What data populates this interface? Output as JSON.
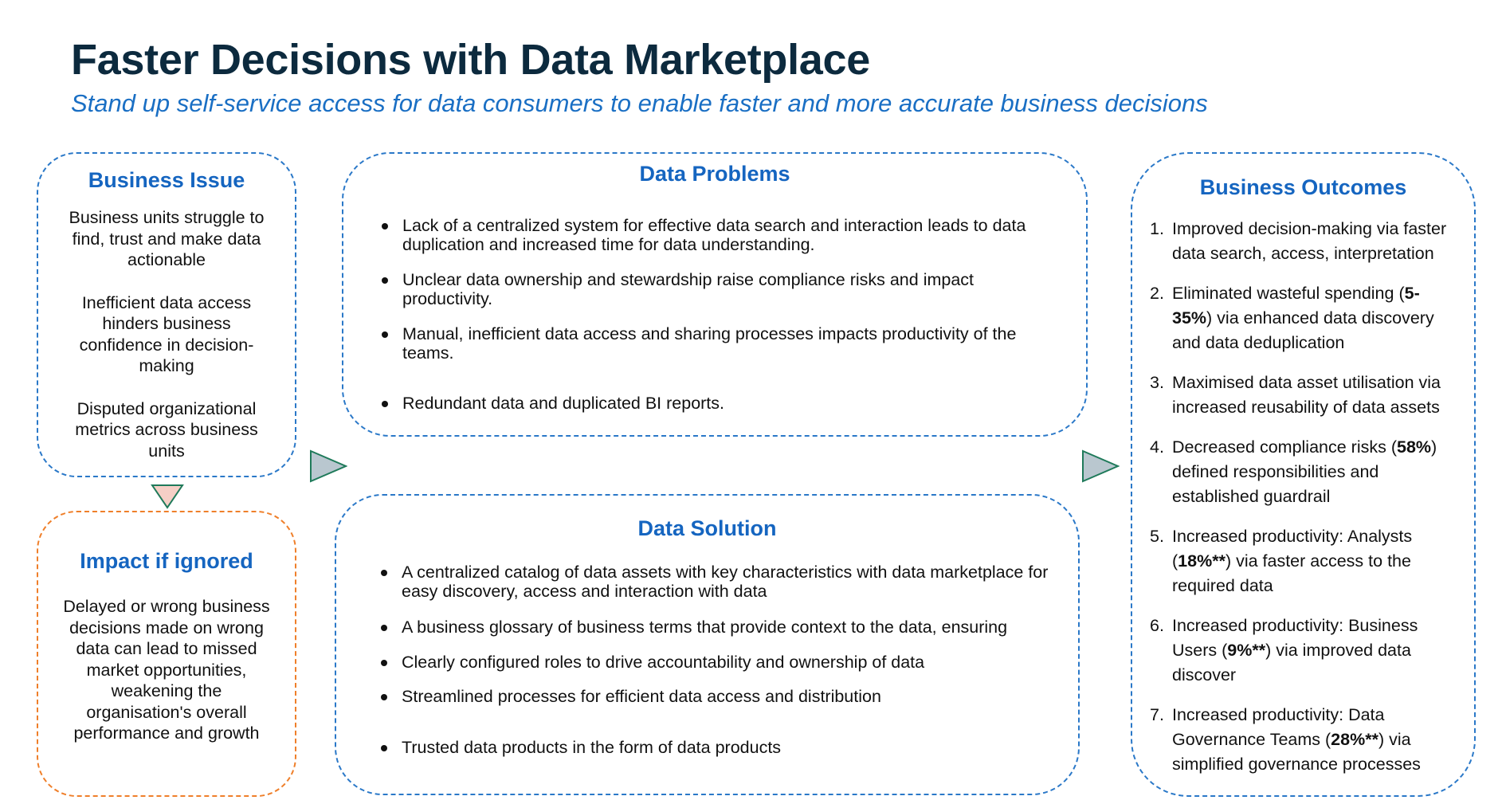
{
  "title": "Faster Decisions with Data Marketplace",
  "subtitle": "Stand up self-service access for data consumers to enable faster and more accurate business decisions",
  "colors": {
    "heading": "#1565c0",
    "box_border": "#2a78c8",
    "impact_border": "#ef7f2a",
    "title": "#0c2a3e",
    "arrow_fill": "#b9c7cf",
    "arrow_stroke": "#1f7a5a",
    "down_arrow_fill": "#f6cfc6"
  },
  "business_issue": {
    "heading": "Business Issue",
    "paragraphs": [
      "Business units struggle to find, trust and make data actionable",
      "Inefficient data access hinders  business confidence in  decision-making",
      "Disputed organizational metrics across business units"
    ]
  },
  "impact": {
    "heading": "Impact if ignored",
    "text": "Delayed or wrong business decisions made on wrong data can lead to missed market opportunities, weakening the organisation's overall performance and growth"
  },
  "data_problems": {
    "heading": "Data Problems",
    "items": [
      "Lack of a centralized system for effective data search and interaction leads to data duplication and increased time for data understanding.",
      "Unclear data ownership and stewardship raise compliance risks and impact productivity.",
      "Manual, inefficient data access and sharing processes impacts productivity of the teams.",
      "Redundant data and duplicated BI reports."
    ]
  },
  "data_solution": {
    "heading": "Data Solution",
    "items": [
      "A centralized catalog of data assets with key characteristics with data marketplace for easy discovery, access and interaction with data",
      "A business glossary of business terms that provide context to the data, ensuring",
      "Clearly configured roles to drive accountability and ownership of data",
      "Streamlined processes for efficient data access and distribution",
      "Trusted data products in the form of data products"
    ]
  },
  "business_outcomes": {
    "heading": "Business Outcomes",
    "items": [
      {
        "num": "1.",
        "pre": "Improved decision-making via faster data search, access, interpretation",
        "bold": "",
        "post": ""
      },
      {
        "num": "2.",
        "pre": "Eliminated wasteful spending (",
        "bold": "5-35%",
        "post": ") via enhanced data discovery and data deduplication"
      },
      {
        "num": "3.",
        "pre": "Maximised data asset utilisation via increased reusability of data assets",
        "bold": "",
        "post": ""
      },
      {
        "num": "4.",
        "pre": "Decreased compliance risks (",
        "bold": "58%",
        "post": ") defined responsibilities and established guardrail"
      },
      {
        "num": "5.",
        "pre": "Increased productivity: Analysts (",
        "bold": "18%**",
        "post": ") via faster access to the required data"
      },
      {
        "num": "6.",
        "pre": "Increased productivity: Business Users (",
        "bold": "9%**",
        "post": ") via improved data discover"
      },
      {
        "num": "7.",
        "pre": "Increased productivity: Data Governance Teams (",
        "bold": "28%**",
        "post": ") via simplified governance processes"
      }
    ]
  }
}
